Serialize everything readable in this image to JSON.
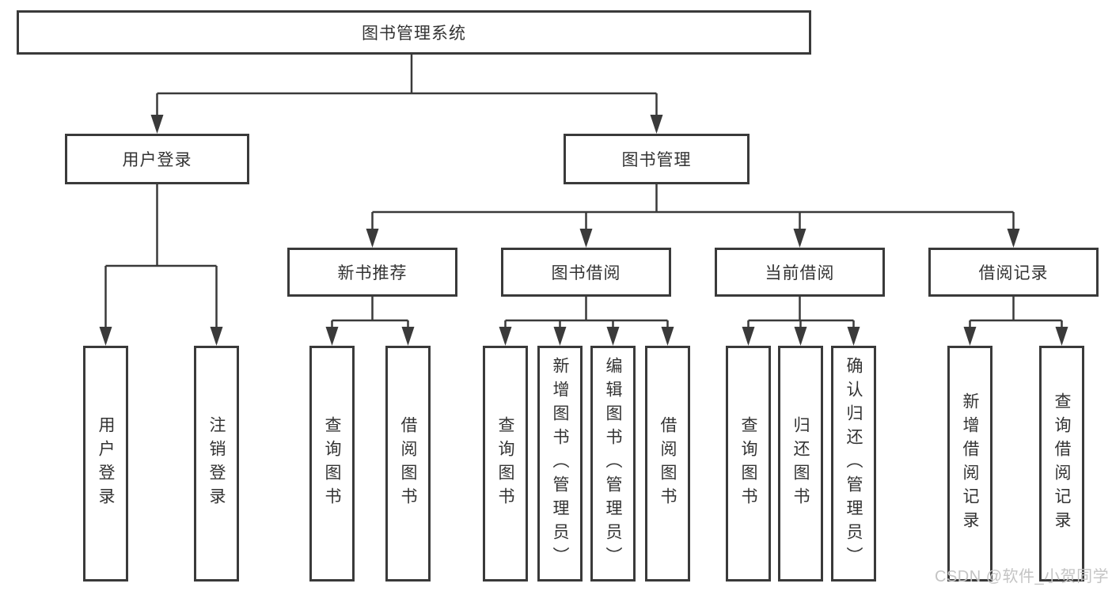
{
  "diagram": {
    "root": {
      "label": "图书管理系统"
    },
    "level2": {
      "user_login": {
        "label": "用户登录"
      },
      "book_management": {
        "label": "图书管理"
      }
    },
    "level3": {
      "new_book_recommendation": {
        "label": "新书推荐"
      },
      "book_borrowing": {
        "label": "图书借阅"
      },
      "current_borrowing": {
        "label": "当前借阅"
      },
      "borrowing_records": {
        "label": "借阅记录"
      }
    },
    "leaves": {
      "user_login": {
        "label": "用户登录"
      },
      "logout": {
        "label": "注销登录"
      },
      "recommend_query_books": {
        "label": "查询图书"
      },
      "recommend_borrow_books": {
        "label": "借阅图书"
      },
      "borrow_query_books": {
        "label": "查询图书"
      },
      "borrow_add_books_admin": {
        "label": "新增图书（管理员）"
      },
      "borrow_edit_books_admin": {
        "label": "编辑图书（管理员）"
      },
      "borrow_borrow_books": {
        "label": "借阅图书"
      },
      "current_query_books": {
        "label": "查询图书"
      },
      "current_return_books": {
        "label": "归还图书"
      },
      "current_confirm_return_admin": {
        "label": "确认归还（管理员）"
      },
      "records_add_record": {
        "label": "新增借阅记录"
      },
      "records_query_record": {
        "label": "查询借阅记录"
      }
    }
  },
  "watermark": "CSDN @软件_小贺同学",
  "colors": {
    "line": "#3a3a3a",
    "border": "#3a3a3a",
    "text": "#333333",
    "watermark": "#c4c4c4",
    "background": "#ffffff"
  }
}
